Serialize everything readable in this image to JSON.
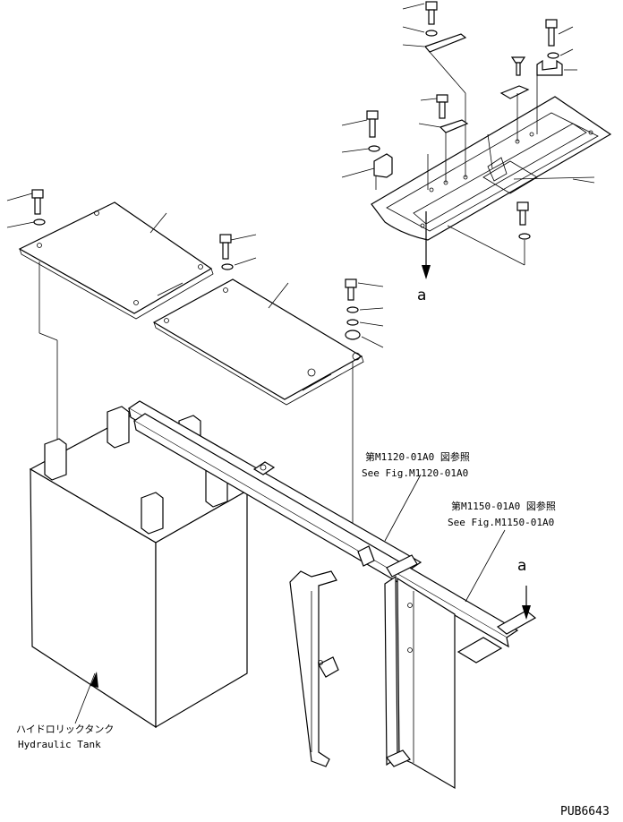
{
  "labels": {
    "ref1_jp": "第M1120-01A0 図参照",
    "ref1_en": "See Fig.M1120-01A0",
    "ref2_jp": "第M1150-01A0 図参照",
    "ref2_en": "See Fig.M1150-01A0",
    "tank_jp": "ハイドロリックタンク",
    "tank_en": "Hydraulic Tank",
    "arrow_a_top": "a",
    "arrow_a_right": "a",
    "drawing_code": "PUB6643"
  }
}
